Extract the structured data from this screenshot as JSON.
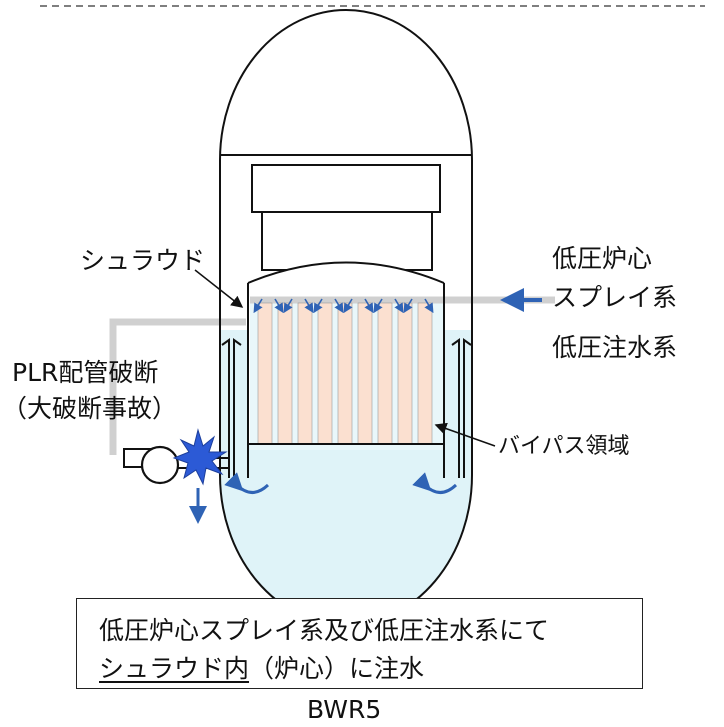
{
  "labels": {
    "shroud": "シュラウド",
    "lpcs_1": "低圧炉心",
    "lpcs_2": "スプレイ系",
    "lpci": "低圧注水系",
    "plr_break_1": "PLR配管破断",
    "plr_break_2": "（大破断事故）",
    "bypass": "バイパス領域"
  },
  "caption": {
    "line1": "低圧炉心スプレイ系及び低圧注水系にて",
    "line2_underlined": "シュラウド内",
    "line2_rest": "（炉心）に注水"
  },
  "footer": "BWR5",
  "colors": {
    "water": "#dff3f8",
    "fuel": "#fbe0d0",
    "arrow": "#2f63b5",
    "pipe": "#d0d0d0",
    "explosion": "#2c5ad6",
    "outline": "#111111"
  }
}
